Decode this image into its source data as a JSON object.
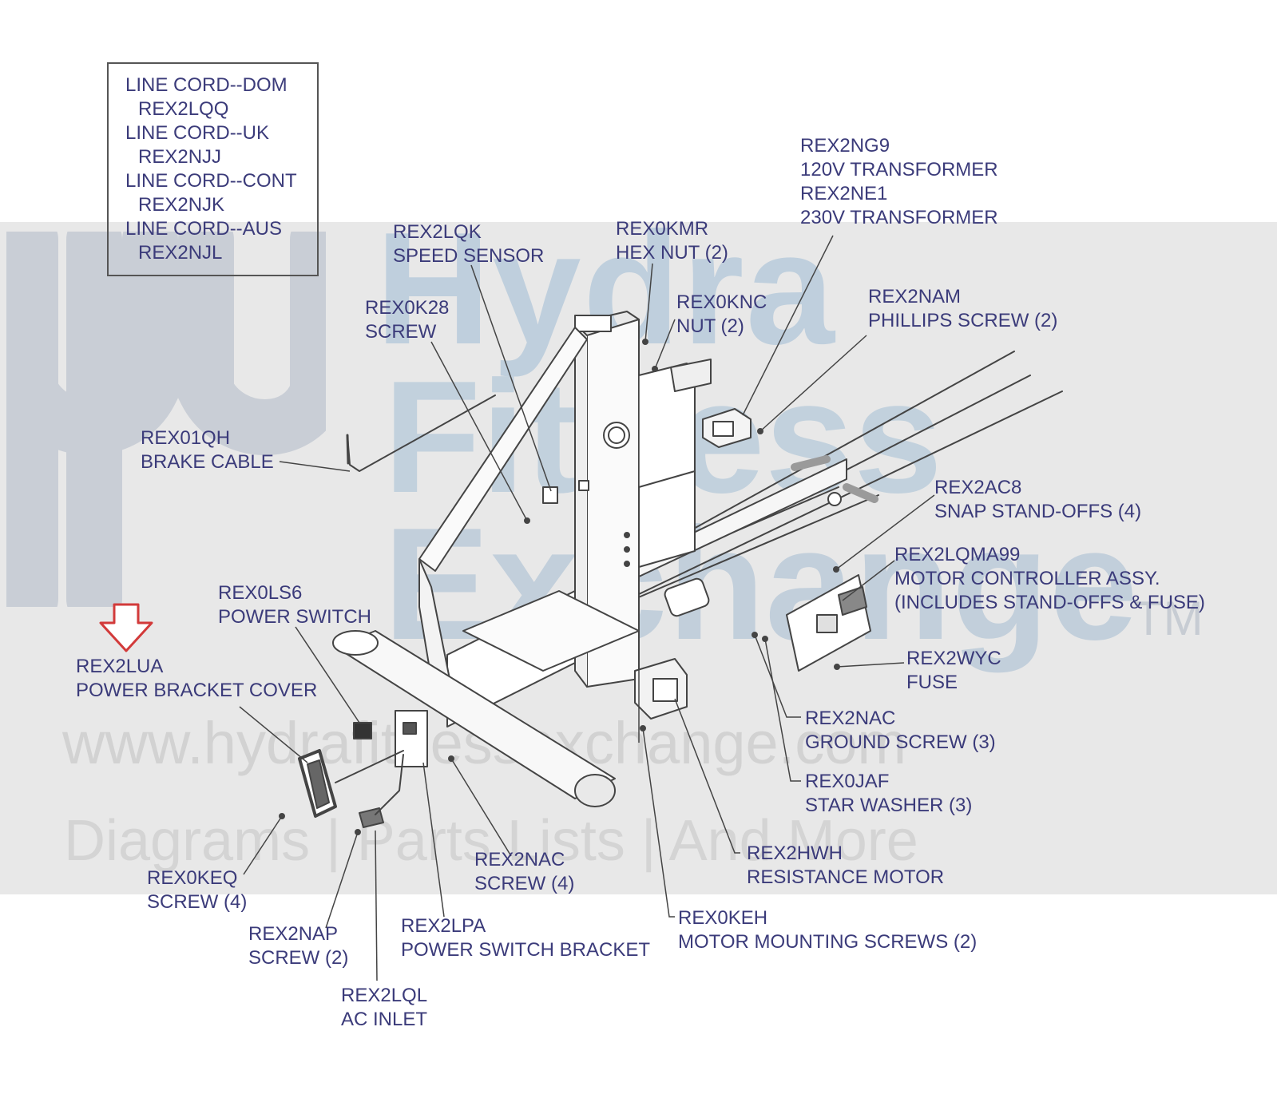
{
  "watermark": {
    "brand_line1": "Hydra",
    "brand_line2": "Fitness",
    "brand_line3": "Exchange",
    "trademark": "TM",
    "url": "www.hydrafitnessexchange.com",
    "tagline": "Diagrams | Parts Lists | And More"
  },
  "line_cord_box": {
    "items": [
      {
        "name": "LINE CORD--DOM",
        "part": "REX2LQQ"
      },
      {
        "name": "LINE CORD--UK",
        "part": "REX2NJJ"
      },
      {
        "name": "LINE CORD--CONT",
        "part": "REX2NJK"
      },
      {
        "name": "LINE CORD--AUS",
        "part": "REX2NJL"
      }
    ]
  },
  "callouts": {
    "transformer": {
      "part1": "REX2NG9",
      "desc1": "120V TRANSFORMER",
      "part2": "REX2NE1",
      "desc2": "230V TRANSFORMER"
    },
    "speed_sensor": {
      "part": "REX2LQK",
      "desc": "SPEED SENSOR"
    },
    "hex_nut": {
      "part": "REX0KMR",
      "desc": "HEX NUT (2)"
    },
    "nut": {
      "part": "REX0KNC",
      "desc": "NUT (2)"
    },
    "phillips_screw": {
      "part": "REX2NAM",
      "desc": "PHILLIPS SCREW (2)"
    },
    "screw_k28": {
      "part": "REX0K28",
      "desc": "SCREW"
    },
    "brake_cable": {
      "part": "REX01QH",
      "desc": "BRAKE CABLE"
    },
    "snap_standoffs": {
      "part": "REX2AC8",
      "desc": "SNAP STAND-OFFS (4)"
    },
    "motor_controller": {
      "part": "REX2LQMA99",
      "desc": "MOTOR CONTROLLER ASSY.",
      "desc2": "(INCLUDES STAND-OFFS & FUSE)"
    },
    "power_switch": {
      "part": "REX0LS6",
      "desc": "POWER SWITCH"
    },
    "power_bracket_cover": {
      "part": "REX2LUA",
      "desc": "POWER BRACKET COVER"
    },
    "fuse": {
      "part": "REX2WYC",
      "desc": "FUSE"
    },
    "ground_screw": {
      "part": "REX2NAC",
      "desc": "GROUND SCREW (3)"
    },
    "star_washer": {
      "part": "REX0JAF",
      "desc": "STAR WASHER (3)"
    },
    "resistance_motor": {
      "part": "REX2HWH",
      "desc": "RESISTANCE MOTOR"
    },
    "screw_nac": {
      "part": "REX2NAC",
      "desc": "SCREW (4)"
    },
    "screw_keq": {
      "part": "REX0KEQ",
      "desc": "SCREW (4)"
    },
    "screw_nap": {
      "part": "REX2NAP",
      "desc": "SCREW (2)"
    },
    "power_switch_bracket": {
      "part": "REX2LPA",
      "desc": "POWER SWITCH BRACKET"
    },
    "motor_mounting_screws": {
      "part": "REX0KEH",
      "desc": "MOTOR MOUNTING SCREWS (2)"
    },
    "ac_inlet": {
      "part": "REX2LQL",
      "desc": "AC INLET"
    }
  },
  "colors": {
    "label_text": "#3b3b7a",
    "line_art": "#444444",
    "highlight_arrow": "#d23a3a",
    "watermark_band": "#e4e4e4"
  },
  "icons": {
    "highlight": "red-down-arrow-icon"
  }
}
